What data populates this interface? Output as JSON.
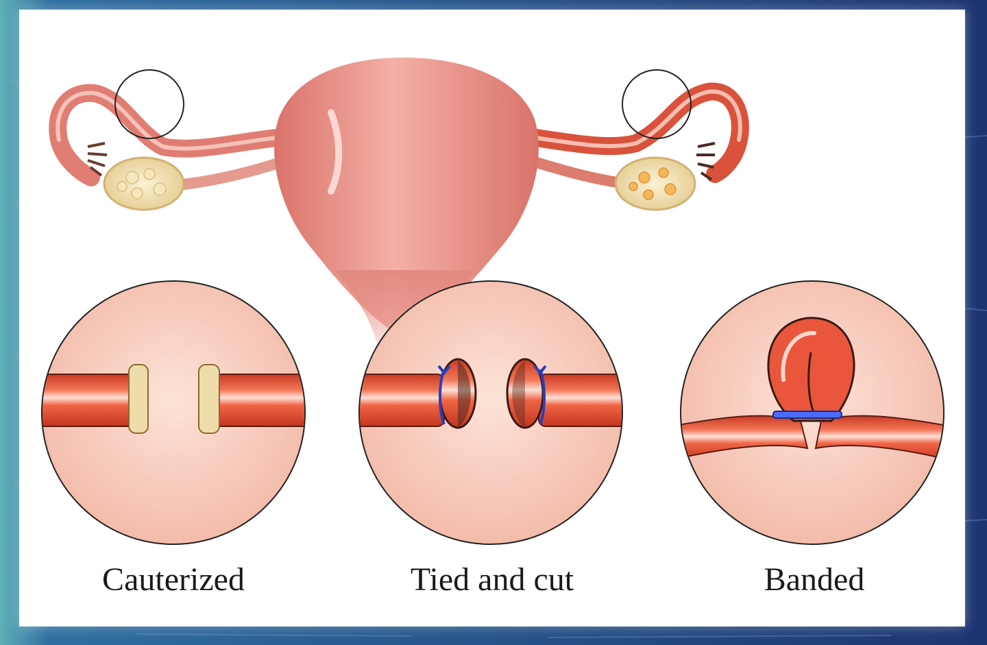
{
  "captions": {
    "cauterized": "Cauterized",
    "tied_and_cut": "Tied and cut",
    "banded": "Banded"
  },
  "colors": {
    "background_sea": "#1c3f78",
    "panel": "#ffffff",
    "uterus": "#e98f85",
    "tube": "#e85a40",
    "tube_highlight": "#ffd2c6",
    "inset_bg": "#f7cdbf",
    "ovary": "#f2e2b0",
    "suture": "#2a3fb8",
    "band": "#4a6cff"
  },
  "icons": {
    "left_marker": "circle-outline",
    "right_marker": "circle-outline"
  }
}
